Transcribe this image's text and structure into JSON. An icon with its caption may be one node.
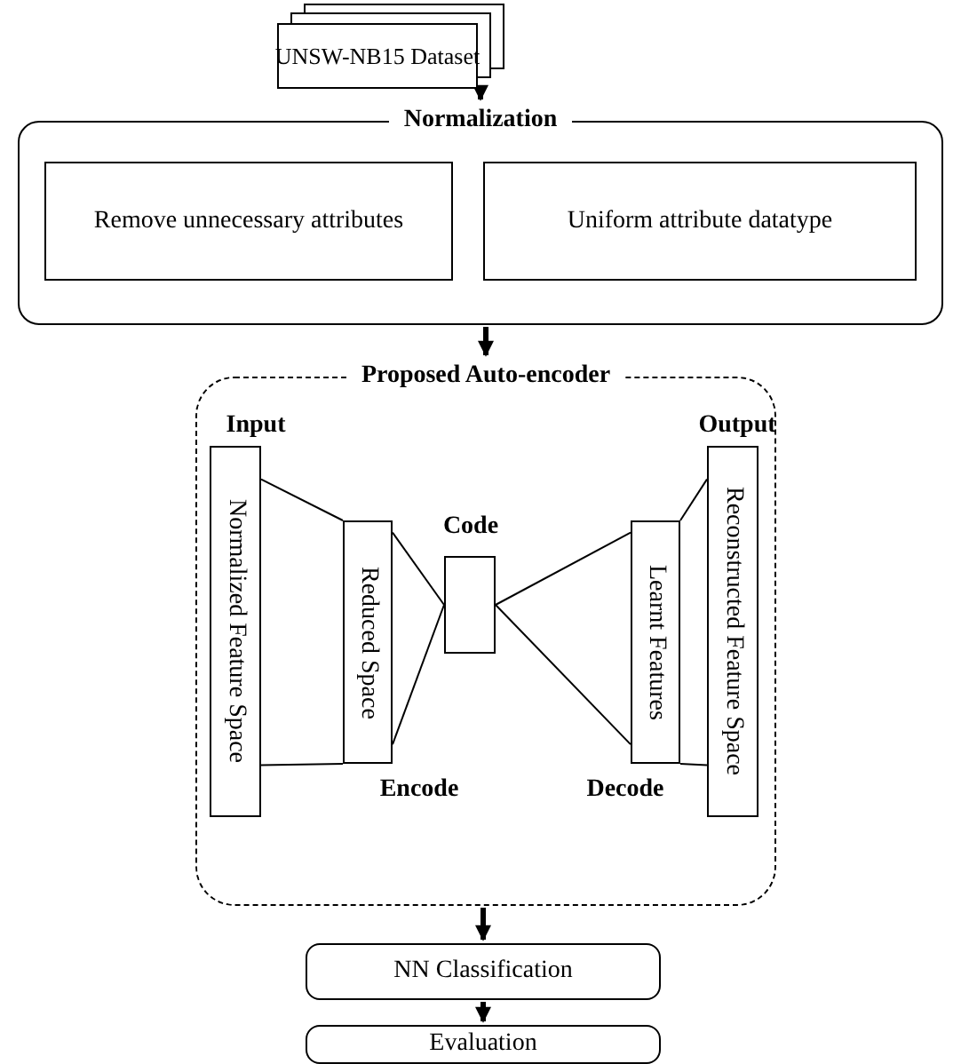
{
  "diagram": {
    "nodes": [
      {
        "text": [
          "UNSW-NB15 Dataset"
        ]
      },
      {
        "text": [
          "Normalization"
        ]
      },
      {
        "text": [
          "Remove unnecessary attributes"
        ],
        "in": 1
      },
      {
        "text": [
          "Uniform attribute datatype"
        ],
        "in": 1
      },
      {
        "text": [
          "Proposed Auto-encoder"
        ]
      },
      {
        "text": [
          "Normalized Feature Space"
        ],
        "in": 4,
        "beside": [
          "Input"
        ]
      },
      {
        "text": [
          "Reduced Space"
        ],
        "in": 4,
        "beside": [
          "Encode"
        ]
      },
      {
        "text": [],
        "shape": "box",
        "in": 4,
        "beside": [
          "Code"
        ]
      },
      {
        "text": [
          "Learnt Features"
        ],
        "in": 4,
        "beside": [
          "Decode"
        ]
      },
      {
        "text": [
          "Reconstructed Feature Space"
        ],
        "in": 4,
        "beside": [
          "Output"
        ]
      },
      {
        "text": [
          "NN Classification"
        ]
      },
      {
        "text": [
          "Evaluation"
        ]
      }
    ],
    "edges": [
      {
        "from": 0,
        "to": 1,
        "arrow": "to",
        "style": "thick"
      },
      {
        "from": 1,
        "to": 4,
        "arrow": "to",
        "style": "thick"
      },
      {
        "from": 4,
        "to": 10,
        "arrow": "to",
        "style": "thick"
      },
      {
        "from": 10,
        "to": 11,
        "arrow": "to",
        "style": "thick"
      },
      {
        "from": 5,
        "to": 6,
        "arrow": "none"
      },
      {
        "from": 5,
        "to": 6,
        "arrow": "none"
      },
      {
        "from": 6,
        "to": 7,
        "arrow": "none"
      },
      {
        "from": 6,
        "to": 7,
        "arrow": "none"
      },
      {
        "from": 7,
        "to": 8,
        "arrow": "none"
      },
      {
        "from": 7,
        "to": 8,
        "arrow": "none"
      },
      {
        "from": 8,
        "to": 9,
        "arrow": "none"
      },
      {
        "from": 8,
        "to": 9,
        "arrow": "none"
      }
    ]
  }
}
